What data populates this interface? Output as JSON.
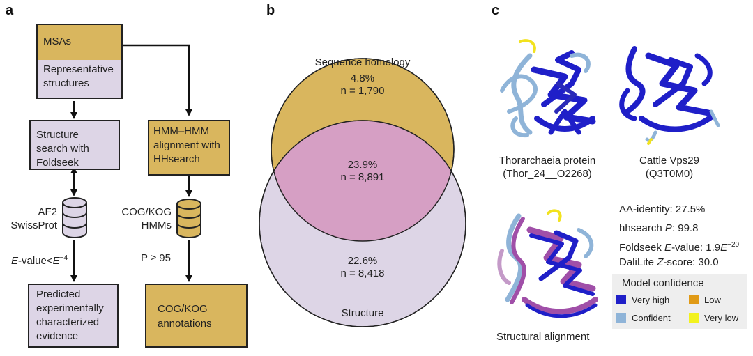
{
  "panel_a": {
    "label": "a",
    "msas": "MSAs",
    "rep_structures": "Representative structures",
    "structure_search": "Structure search with Foldseek",
    "hmm_alignment": "HMM–HMM alignment with HHsearch",
    "db_left_1": "AF2",
    "db_left_2": "SwissProt",
    "db_right_1": "COG/KOG",
    "db_right_2": "HMMs",
    "evalue_prefix": "E",
    "evalue_mid": "-value<",
    "evalue_base": "E",
    "evalue_exp": "−4",
    "p_label": "P ≥ 95",
    "predicted": "Predicted experimentally characterized evidence",
    "cog_annotations": "COG/KOG annotations",
    "colors": {
      "gold": "#d9b65e",
      "lavender": "#ddd5e6"
    }
  },
  "panel_b": {
    "label": "b",
    "title_top": "Sequence homology",
    "title_bottom": "Structure",
    "top_pct": "4.8%",
    "top_n": "n = 1,790",
    "mid_pct": "23.9%",
    "mid_n": "n = 8,891",
    "bot_pct": "22.6%",
    "bot_n": "n = 8,418",
    "colors": {
      "sequence": "#d9b65e",
      "structure": "#ddd5e6",
      "overlap": "#d69fc4"
    }
  },
  "panel_c": {
    "label": "c",
    "protein1_name": "Thorarchaeia protein",
    "protein1_id": "(Thor_24__O2268)",
    "protein2_name": "Cattle Vps29",
    "protein2_id": "(Q3T0M0)",
    "alignment_label": "Structural alignment",
    "aa_identity": "AA-identity: 27.5%",
    "hhsearch_prefix": "hhsearch ",
    "hhsearch_var": "P",
    "hhsearch_value": ": 99.8",
    "foldseek_prefix": "Foldseek ",
    "foldseek_var": "E",
    "foldseek_mid": "-value: 1.9",
    "foldseek_base": "E",
    "foldseek_exp": "−20",
    "dali_prefix": "DaliLite ",
    "dali_var": "Z",
    "dali_value": "-score: 30.0",
    "legend_title": "Model confidence",
    "legend": [
      {
        "label": "Very high",
        "color": "#1f1fc8"
      },
      {
        "label": "Low",
        "color": "#e09a16"
      },
      {
        "label": "Confident",
        "color": "#8fb4d8"
      },
      {
        "label": "Very low",
        "color": "#f2f21e"
      }
    ],
    "colors": {
      "ribbon_blue": "#1f1fc8",
      "ribbon_light": "#8fb4d8",
      "ribbon_purple": "#a04fa8",
      "ribbon_yellow": "#f2e21e"
    }
  }
}
